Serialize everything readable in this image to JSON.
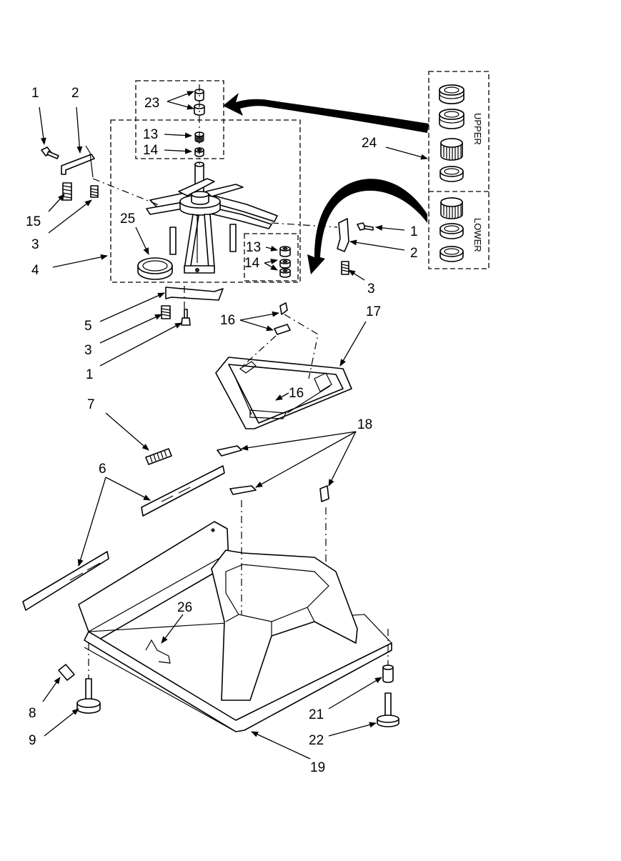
{
  "callouts": {
    "c1a": "1",
    "c2a": "2",
    "c15": "15",
    "c3a": "3",
    "c4": "4",
    "c25": "25",
    "c23": "23",
    "c13a": "13",
    "c14a": "14",
    "c13b": "13",
    "c14b": "14",
    "c24": "24",
    "c1b": "1",
    "c2b": "2",
    "c3b": "3",
    "c5": "5",
    "c3c": "3",
    "c1c": "1",
    "c16a": "16",
    "c16b": "16",
    "c17": "17",
    "c7": "7",
    "c18": "18",
    "c6": "6",
    "c26": "26",
    "c8": "8",
    "c9": "9",
    "c21": "21",
    "c22": "22",
    "c19": "19"
  },
  "kit_labels": {
    "upper": "UPPER",
    "lower": "LOWER"
  }
}
